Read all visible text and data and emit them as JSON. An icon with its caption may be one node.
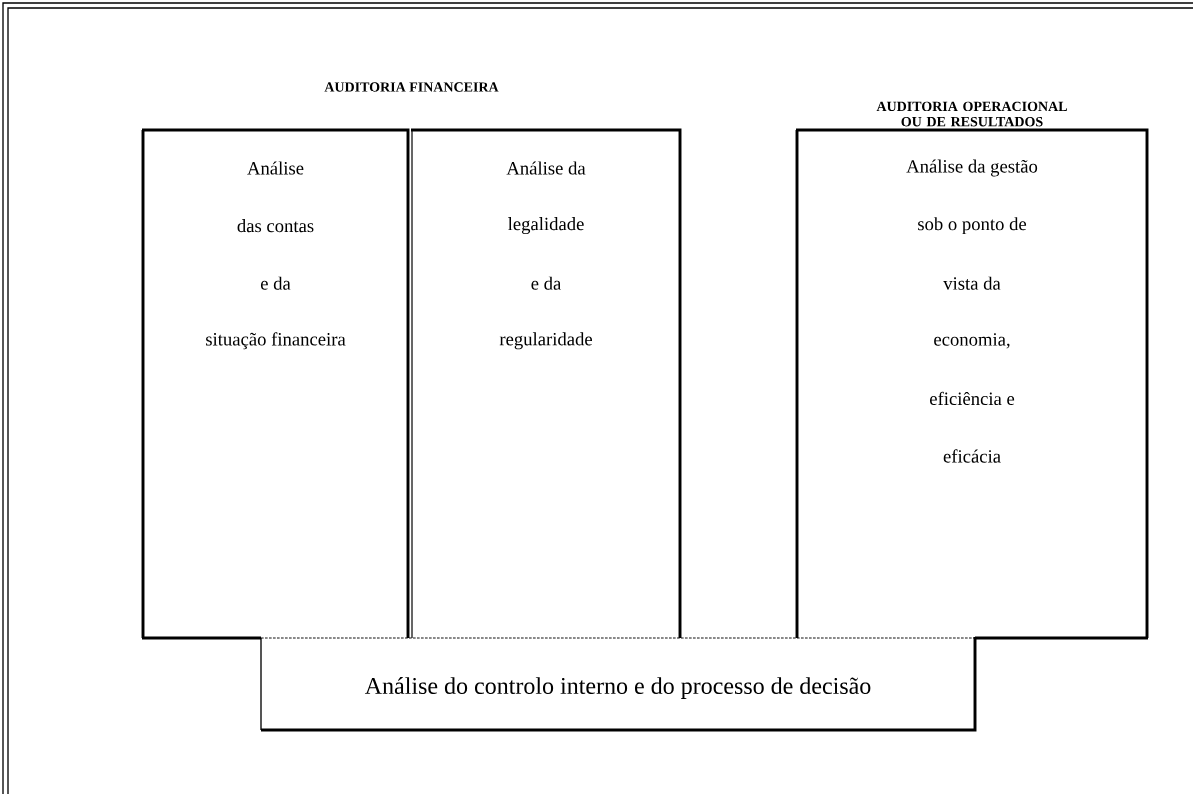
{
  "diagram": {
    "nodes": [
      {
        "text": [
          "Análise",
          "das contas",
          "e da",
          "situação financeira"
        ]
      },
      {
        "text": [
          "Análise da",
          "legalidade",
          "e da",
          "regularidade"
        ]
      },
      {
        "text": [
          "AUDITORIA OPERACIONAL OU DE RESULTADOS",
          "Análise da gestão",
          "sob o ponto de",
          "vista da",
          "economia,",
          "eficiência e",
          "eficácia"
        ]
      },
      {
        "text": [
          "Análise do controlo interno e do processo de decisão"
        ]
      }
    ],
    "labels": [
      "AUDITORIA FINANCEIRA"
    ]
  }
}
